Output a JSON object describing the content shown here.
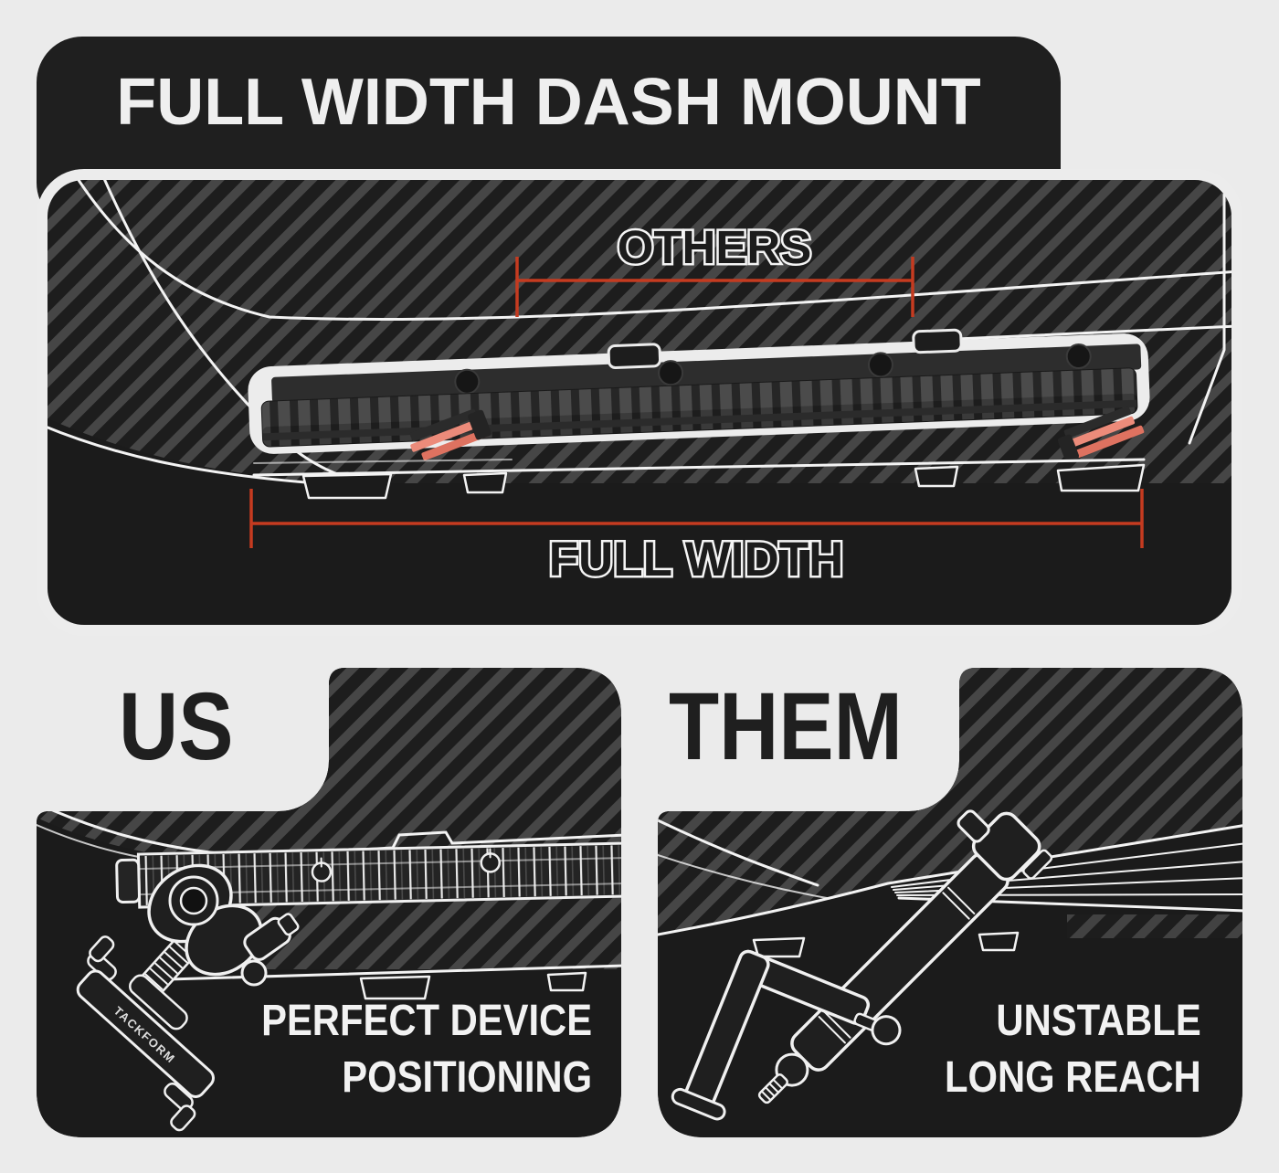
{
  "header": {
    "title": "FULL WIDTH DASH MOUNT"
  },
  "diagram": {
    "others_label": "OTHERS",
    "full_width_label": "FULL WIDTH"
  },
  "comparison": {
    "us": {
      "label": "US",
      "caption_line1": "PERFECT DEVICE",
      "caption_line2": "POSITIONING",
      "brand_on_mount": "TACKFORM"
    },
    "them": {
      "label": "THEM",
      "caption_line1": "UNSTABLE",
      "caption_line2": "LONG REACH"
    }
  },
  "colors": {
    "page_bg": "#ebebeb",
    "panel_dark": "#1f1f1f",
    "stripe_dark": "#1d1d1d",
    "stripe_light": "#464646",
    "ink_light": "#f2f2f2",
    "border_light": "#ececec",
    "accent_red": "#c53b20",
    "clip_salmon": "#ec8b7a",
    "clip_salmon_dark": "#de7260"
  }
}
